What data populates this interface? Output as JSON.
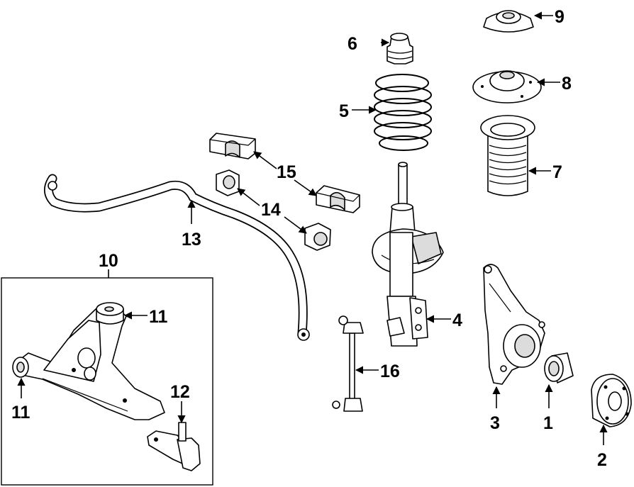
{
  "callouts": {
    "c1": "1",
    "c2": "2",
    "c3": "3",
    "c4": "4",
    "c5": "5",
    "c6": "6",
    "c7": "7",
    "c8": "8",
    "c9": "9",
    "c10": "10",
    "c11a": "11",
    "c11b": "11",
    "c12": "12",
    "c13": "13",
    "c14": "14",
    "c15": "15",
    "c16": "16"
  }
}
